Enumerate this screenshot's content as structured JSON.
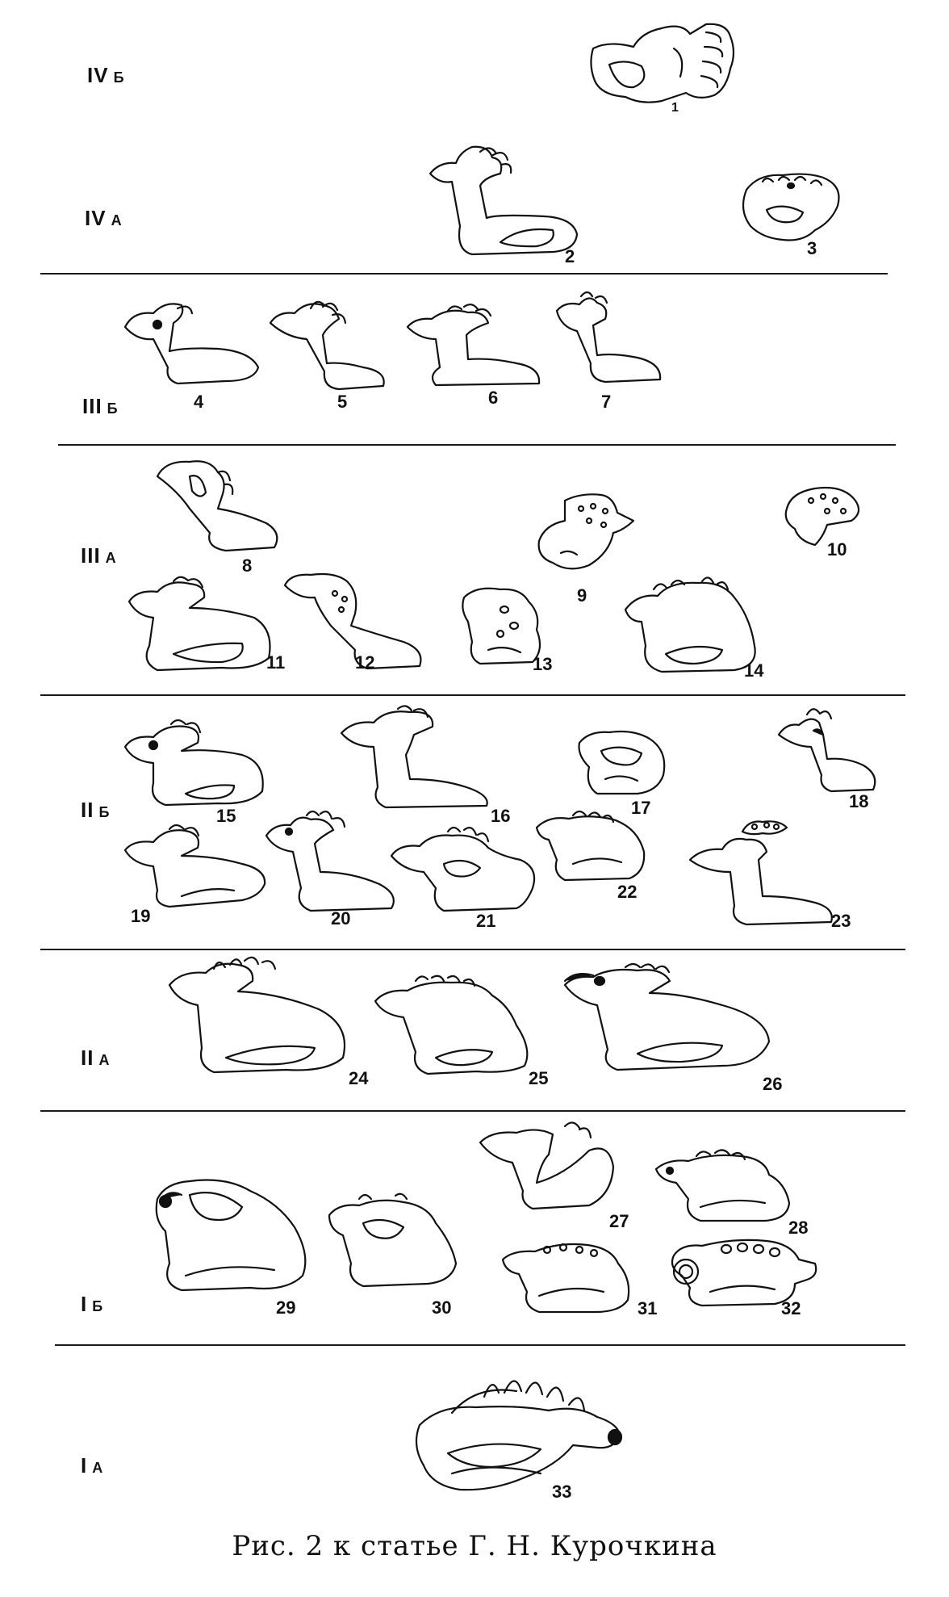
{
  "rows": [
    {
      "roman": "IV",
      "letter": "Б"
    },
    {
      "roman": "IV",
      "letter": "А"
    },
    {
      "roman": "III",
      "letter": "Б"
    },
    {
      "roman": "III",
      "letter": "А"
    },
    {
      "roman": "II",
      "letter": "Б"
    },
    {
      "roman": "II",
      "letter": "А"
    },
    {
      "roman": "I",
      "letter": "Б"
    },
    {
      "roman": "I",
      "letter": "А"
    }
  ],
  "figures": [
    "1",
    "2",
    "3",
    "4",
    "5",
    "6",
    "7",
    "8",
    "9",
    "10",
    "11",
    "12",
    "13",
    "14",
    "15",
    "16",
    "17",
    "18",
    "19",
    "20",
    "21",
    "22",
    "23",
    "24",
    "25",
    "26",
    "27",
    "28",
    "29",
    "30",
    "31",
    "32",
    "33"
  ],
  "caption": "Рис. 2 к статье Г. Н. Курочкина",
  "colors": {
    "ink": "#111111",
    "paper": "#ffffff"
  }
}
